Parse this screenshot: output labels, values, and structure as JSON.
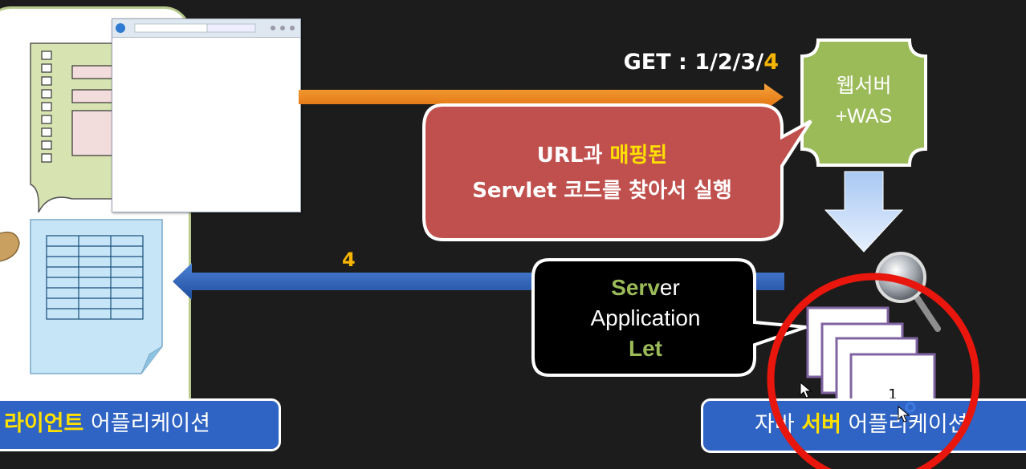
{
  "request": {
    "prefix": "GET : 1/2/3/",
    "highlight": "4"
  },
  "response": {
    "step": "4"
  },
  "server": {
    "line1": "웹서버",
    "line2": "+WAS"
  },
  "callout_url": {
    "part1": "URL과 ",
    "highlight": "매핑된",
    "line2": "Servlet 코드를 찾아서 실행"
  },
  "callout_servlet": {
    "line1_bold": "Serv",
    "line1_rest": "er",
    "line2": "Application",
    "line3_bold": "Let"
  },
  "pages": {
    "front_label": "1"
  },
  "labels": {
    "client_highlight": "라이언트",
    "client_rest": " 어플리케이션",
    "server_pre": "자바 ",
    "server_highlight": "서버",
    "server_rest": " 어플리케이션"
  },
  "colors": {
    "request_arrow": "#f28a1c",
    "response_arrow": "#2e62b8",
    "server_box": "#9bbb59",
    "callout_url": "#c0504d",
    "label_box": "#2f64c4",
    "highlight": "#ffe000",
    "ring": "#e8160c"
  }
}
